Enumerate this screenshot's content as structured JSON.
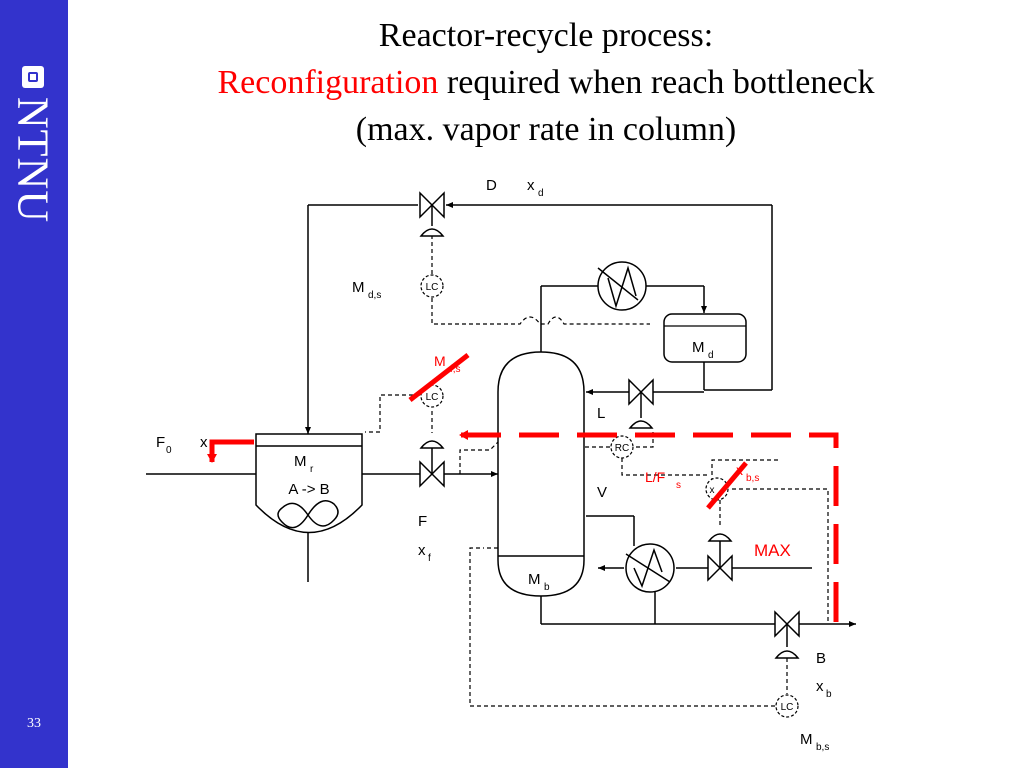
{
  "slide": {
    "logo": "NTNU",
    "logo_icon": "ntnu-logo-square",
    "page_number": "33",
    "title_line1": "Reactor-recycle process:",
    "title_line2_red": "Reconfiguration",
    "title_line2_rest": " required when reach bottleneck",
    "title_line3": "(max. vapor rate in column)"
  },
  "colors": {
    "sidebar": "#3333cc",
    "highlight": "#ff0000",
    "line": "#000000"
  },
  "diagram": {
    "D": "D",
    "xd": "x",
    "xd_sub": "d",
    "Mds": "M",
    "Mds_sub": "d,s",
    "Md": "M",
    "Md_sub": "d",
    "Mfs": "M",
    "Mfs_sub": "f,s",
    "F0": "F",
    "F0_sub": "0",
    "xf_in": "x",
    "Mr": "M",
    "Mr_sub": "r",
    "reaction": "A -> B",
    "F": "F",
    "xf": "x",
    "xf_sub": "f",
    "L": "L",
    "V": "V",
    "LF": "L/F",
    "LF_sub": "s",
    "xbs": "x",
    "xbs_sub": "b,s",
    "max": "MAX",
    "Mb": "M",
    "Mb_sub": "b",
    "B": "B",
    "xb": "x",
    "xb_sub": "b",
    "Mbs": "M",
    "Mbs_sub": "b,s",
    "LC": "LC",
    "RC": "RC"
  }
}
